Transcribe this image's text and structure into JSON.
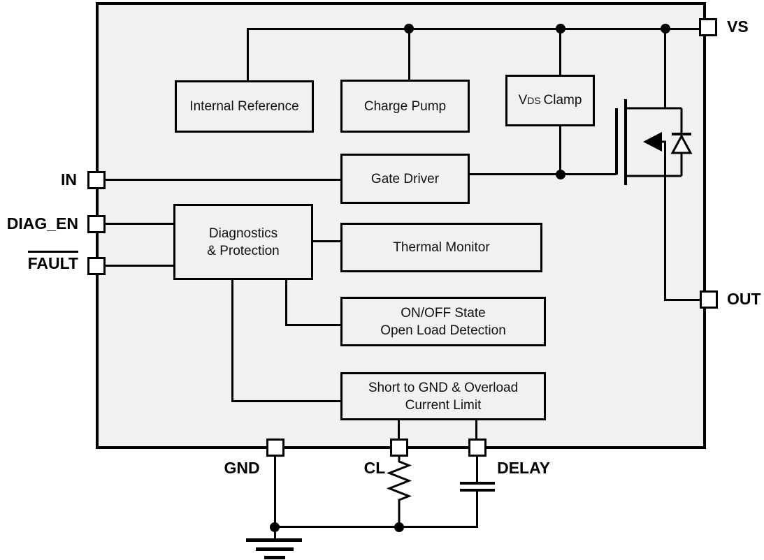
{
  "colors": {
    "line": "#000000",
    "ic_fill": "#f1f1f1",
    "pin_fill": "#ffffff",
    "text": "#000000"
  },
  "pins": {
    "vs": {
      "label": "VS"
    },
    "in": {
      "label": "IN"
    },
    "diag_en": {
      "label": "DIAG_EN"
    },
    "fault": {
      "label": "FAULT",
      "overline": true
    },
    "out": {
      "label": "OUT"
    },
    "gnd": {
      "label": "GND"
    },
    "cl": {
      "label": "CL"
    },
    "delay": {
      "label": "DELAY"
    }
  },
  "blocks": {
    "internal_reference": {
      "label": "Internal Reference"
    },
    "charge_pump": {
      "label": "Charge Pump"
    },
    "vds_clamp": {
      "v": "V",
      "ds": "DS",
      "rest": "Clamp"
    },
    "gate_driver": {
      "label": "Gate Driver"
    },
    "diagnostics": {
      "line1": "Diagnostics",
      "line2": "& Protection"
    },
    "thermal_monitor": {
      "label": "Thermal Monitor"
    },
    "open_load": {
      "line1": "ON/OFF State",
      "line2": "Open Load Detection"
    },
    "short_gnd": {
      "line1": "Short to GND & Overload",
      "line2": "Current Limit"
    }
  },
  "symbols": {
    "mosfet": "n-channel power MOSFET",
    "body_diode": "body diode",
    "resistor": "resistor",
    "capacitor": "capacitor",
    "ground": "earth ground"
  }
}
